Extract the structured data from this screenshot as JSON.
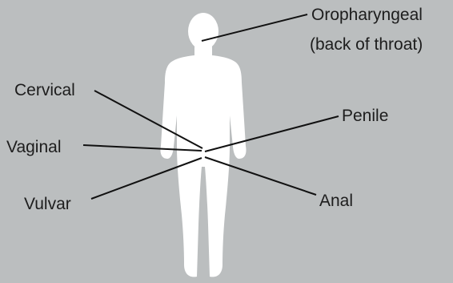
{
  "labels": {
    "oropharyngeal_line1": "Oropharyngeal",
    "oropharyngeal_line2": "(back of throat)",
    "cervical": "Cervical",
    "vaginal": "Vaginal",
    "vulvar": "Vulvar",
    "penile": "Penile",
    "anal": "Anal"
  },
  "colors": {
    "background": "#bbbebf",
    "silhouette": "#ffffff",
    "line": "#111111",
    "text": "#1d1d1d"
  }
}
